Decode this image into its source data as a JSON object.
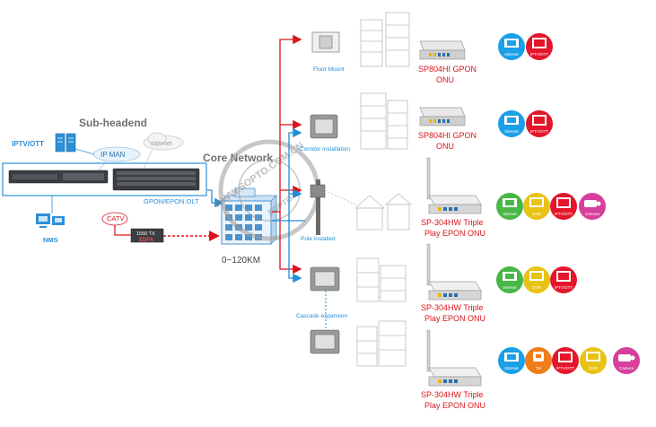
{
  "left": {
    "subheadend": "Sub-headend",
    "iptv": "IPTV/OTT",
    "ipman": "IP MAN",
    "internet": "Internet",
    "olt": "GPON/EPON OLT",
    "catv": "CATV",
    "edfa_top": "1550 TX",
    "edfa_bottom": "EDFA",
    "nms": "NMS"
  },
  "core": {
    "title": "Core Network",
    "distance": "0~120KM"
  },
  "watermark": {
    "letters": "WWW.SOPTO.COM.CN",
    "center": "SOPTO"
  },
  "installs": {
    "floor": "Floor Mount",
    "corridor": "Corridor installation",
    "pole": "Pole installed",
    "cascade": "Cascade expansion"
  },
  "onus": [
    {
      "line1": "SP804HI GPON",
      "line2": "ONU"
    },
    {
      "line1": "SP804HI GPON",
      "line2": "ONU"
    },
    {
      "line1": "SP-304HW  Triple",
      "line2": "Play EPON ONU"
    },
    {
      "line1": "SP-304HW  Triple",
      "line2": "Play EPON ONU"
    },
    {
      "line1": "SP-304HW  Triple",
      "line2": "Play EPON ONU"
    }
  ],
  "services": {
    "row1": [
      "Internet",
      "IPTV/OTT"
    ],
    "row2": [
      "Internet",
      "IPTV/OTT"
    ],
    "row3": [
      "Internet",
      "DVB",
      "IPTV/OTT",
      "Camera"
    ],
    "row4": [
      "Internet",
      "DVB",
      "IPTV/OTT"
    ],
    "row5": [
      "Internet",
      "Tel",
      "IPTV/OTT",
      "DVB",
      "Camera"
    ]
  },
  "colors": {
    "red": "#d9141b",
    "blue": "#1e8fd6",
    "internet_blue": "#1aa0e8",
    "iptv_red": "#e3162b",
    "dvb_yellow": "#e8c316",
    "tel_orange": "#f07d1a",
    "camera_pink": "#d63f9c",
    "internet_green": "#49b648",
    "title_gray": "#707070"
  }
}
